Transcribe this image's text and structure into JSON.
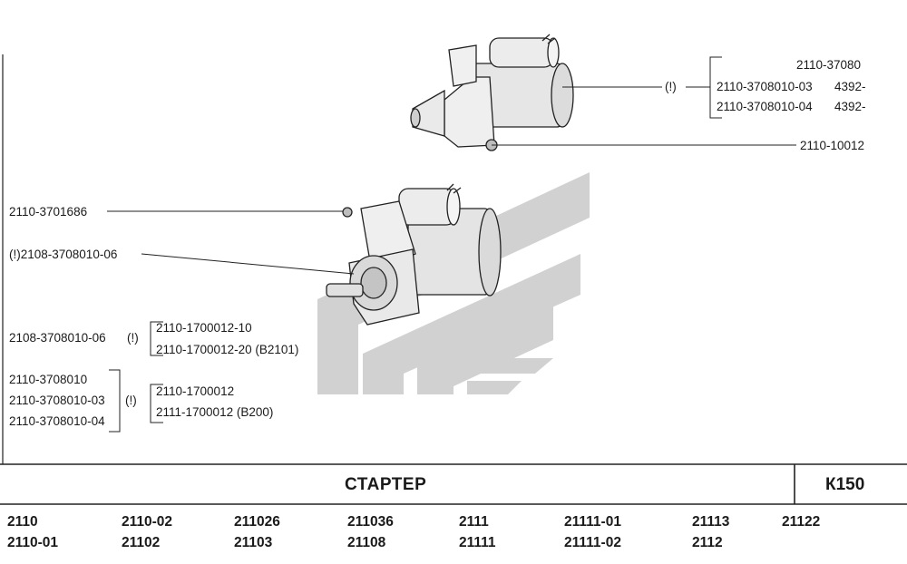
{
  "header": {
    "title": "СТАРТЕР",
    "code": "К150"
  },
  "top_starter": {
    "annotation": "(!)",
    "parts": [
      {
        "number": "2110-37080"
      },
      {
        "number": "2110-3708010-03",
        "ref": "4392-"
      },
      {
        "number": "2110-3708010-04",
        "ref": "4392-"
      }
    ],
    "nut": "2110-10012"
  },
  "bottom_starter": {
    "nut": "2110-3701686",
    "drive": "(!)2108-3708010-06",
    "group1": {
      "left": "2108-3708010-06",
      "mark": "(!)",
      "right": [
        "2110-1700012-10",
        "2110-1700012-20  (В2101)"
      ]
    },
    "group2": {
      "left": [
        "2110-3708010",
        "2110-3708010-03",
        "2110-3708010-04"
      ],
      "mark": "(!)",
      "right": [
        "2110-1700012",
        "2111-1700012   (В200)"
      ]
    }
  },
  "models": [
    [
      "2110",
      "2110-01"
    ],
    [
      "2110-02",
      "21102"
    ],
    [
      "211026",
      "21103"
    ],
    [
      "211036",
      "21108"
    ],
    [
      "2111",
      "21111"
    ],
    [
      "21111-01",
      "21111-02"
    ],
    [
      "21113",
      "2112"
    ],
    [
      "21122",
      ""
    ]
  ]
}
